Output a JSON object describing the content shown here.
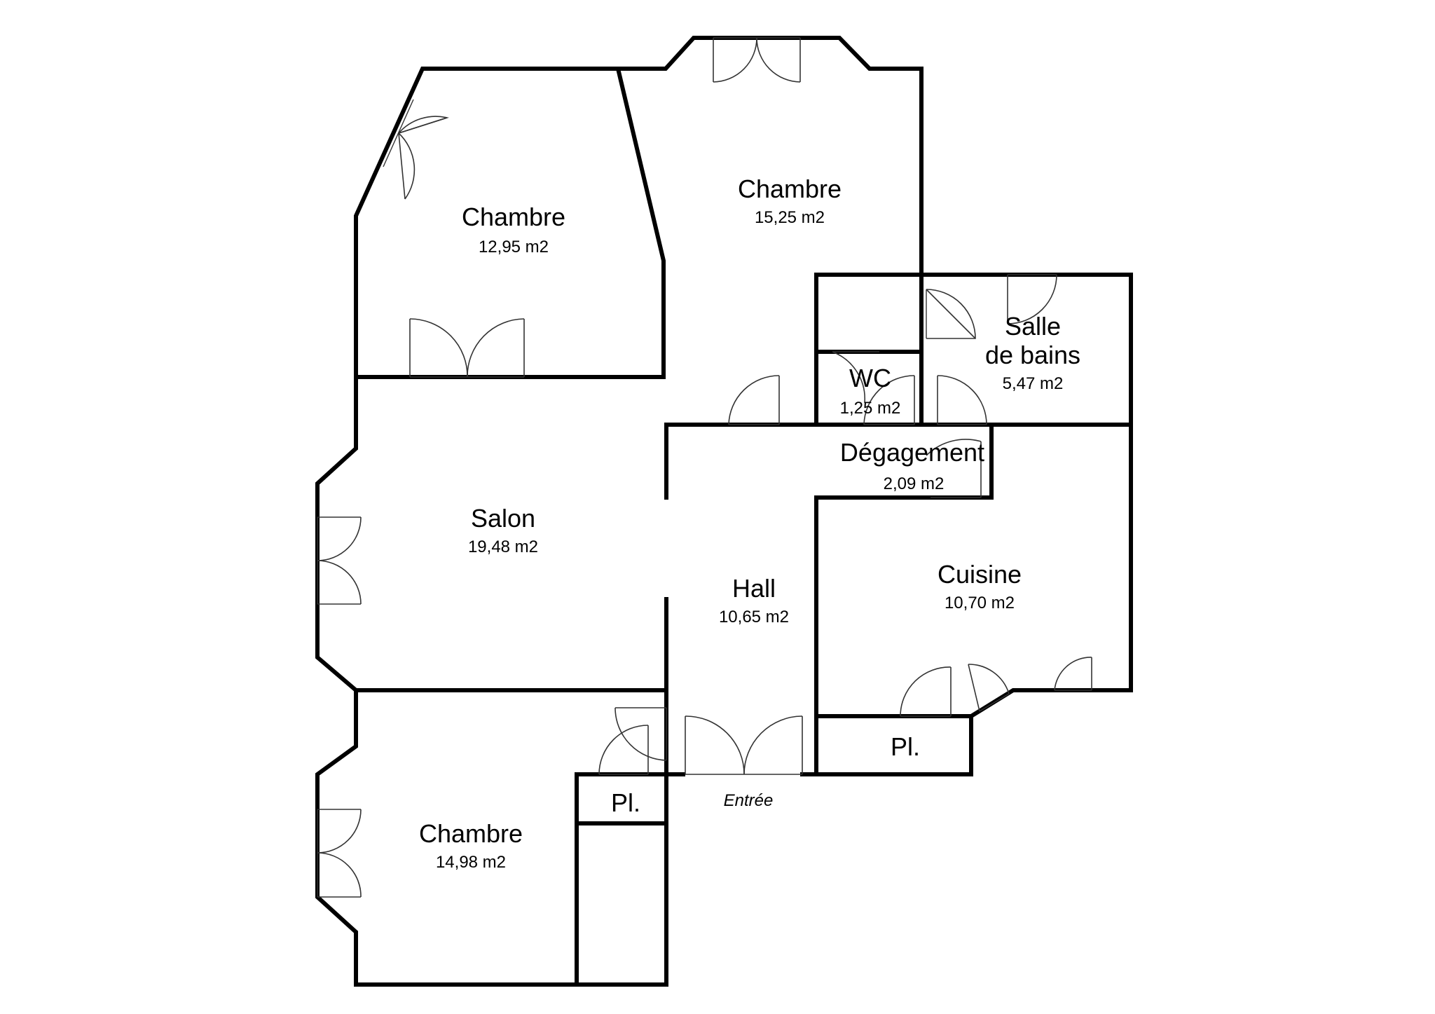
{
  "rooms": {
    "chambre_nw": {
      "name": "Chambre",
      "area": "12,95 m2"
    },
    "chambre_ne": {
      "name": "Chambre",
      "area": "15,25 m2"
    },
    "salle_de_bains": {
      "name_line1": "Salle",
      "name_line2": "de bains",
      "area": "5,47 m2"
    },
    "wc": {
      "name": "WC",
      "area": "1,25 m2"
    },
    "degagement": {
      "name": "Dégagement",
      "area": "2,09 m2"
    },
    "salon": {
      "name": "Salon",
      "area": "19,48 m2"
    },
    "hall": {
      "name": "Hall",
      "area": "10,65 m2"
    },
    "cuisine": {
      "name": "Cuisine",
      "area": "10,70 m2"
    },
    "chambre_sw": {
      "name": "Chambre",
      "area": "14,98 m2"
    },
    "placard_kitchen": {
      "name": "Pl."
    },
    "placard_hall": {
      "name": "Pl."
    }
  },
  "entrance": {
    "label": "Entrée"
  }
}
